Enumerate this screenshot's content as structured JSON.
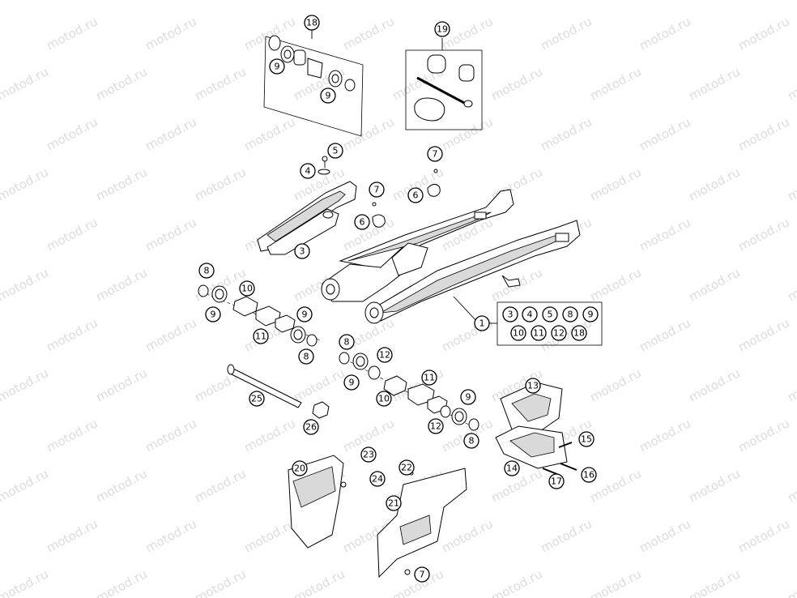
{
  "watermark": {
    "text": "motod.ru"
  },
  "callouts": {
    "c18": "18",
    "c9a": "9",
    "c9b": "9",
    "c19": "19",
    "c5": "5",
    "c4": "4",
    "c7a": "7",
    "c7b": "7",
    "c6a": "6",
    "c6b": "6",
    "c3": "3",
    "c8a": "8",
    "c9c": "9",
    "c10a": "10",
    "c11a": "11",
    "c9d": "9",
    "c8b": "8",
    "c8c": "8",
    "c12a": "12",
    "c9e": "9",
    "c11b": "11",
    "c10b": "10",
    "c12b": "12",
    "c9f": "9",
    "c8d": "8",
    "c1": "1",
    "c25": "25",
    "c26": "26",
    "c13": "13",
    "c14": "14",
    "c15": "15",
    "c16": "16",
    "c17": "17",
    "c20": "20",
    "c23": "23",
    "c24": "24",
    "c22": "22",
    "c21": "21",
    "c7c": "7"
  },
  "kit_list": {
    "row1": [
      "3",
      "4",
      "5",
      "8",
      "9"
    ],
    "row2": [
      "10",
      "11",
      "12",
      "18"
    ]
  }
}
